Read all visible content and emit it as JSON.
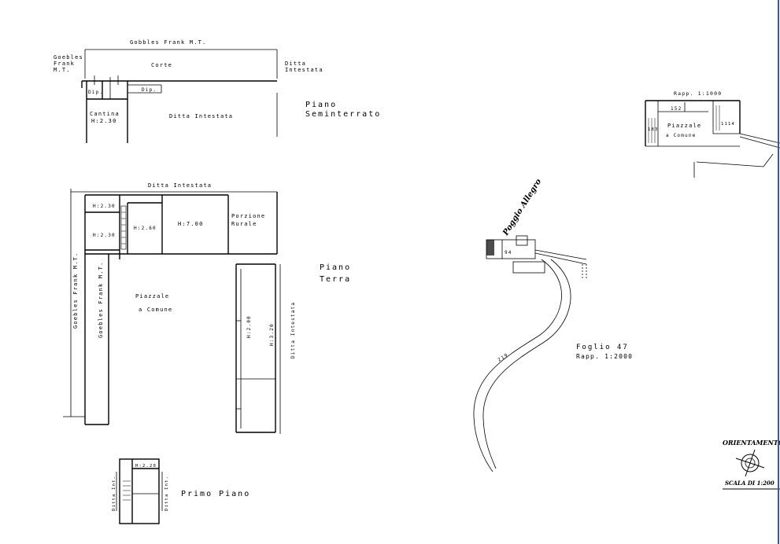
{
  "seminterrato": {
    "top_neighbor": "Gobbles Frank M.T.",
    "left_neighbor_lines": [
      "Goebles",
      "Frank",
      "M.T."
    ],
    "corte": "Corte",
    "right_neighbor_lines": [
      "Ditta",
      "Intestata"
    ],
    "small_room": "Dip.",
    "small_room2": "Dip.",
    "cantina_lines": [
      "Cantina",
      "H:2.30"
    ],
    "ditta_center": "Ditta Intestata",
    "title_lines": [
      "Piano",
      "Seminterrato"
    ]
  },
  "terra": {
    "top_label": "Ditta Intestata",
    "room1": "H:2.30",
    "room2": "H:2.30",
    "room3": "H:2.60",
    "room4": "H:7.00",
    "porzione_lines": [
      "Porzione",
      "Rurale"
    ],
    "left_vertical": "Goebles Frank M.T.",
    "inner_vertical": "Goebles Frank M.T.",
    "piazzale_lines": [
      "Piazzale",
      "a Comune"
    ],
    "right_h1": "H:2.00",
    "right_h2": "H:3.20",
    "right_vertical": "Ditta Intestata",
    "title_lines": [
      "Piano",
      "Terra"
    ]
  },
  "primo": {
    "room": "H:2.20",
    "left_vertical": "Ditta Int.",
    "right_vertical": "Ditta Int.",
    "title": "Primo Piano"
  },
  "inset": {
    "scale": "Rapp. 1:1000",
    "lot1": "152",
    "lot2": "183",
    "lot3": "1114",
    "piazzale_lines": [
      "Piazzale",
      "a Comune"
    ]
  },
  "map": {
    "place_name": "Poggio Allegro",
    "lot": "94",
    "road": "219",
    "foglio": "Foglio 47",
    "rapp": "Rapp. 1:2000"
  },
  "legend": {
    "orientamento": "ORIENTAMENTO",
    "scala": "SCALA DI 1:200"
  }
}
